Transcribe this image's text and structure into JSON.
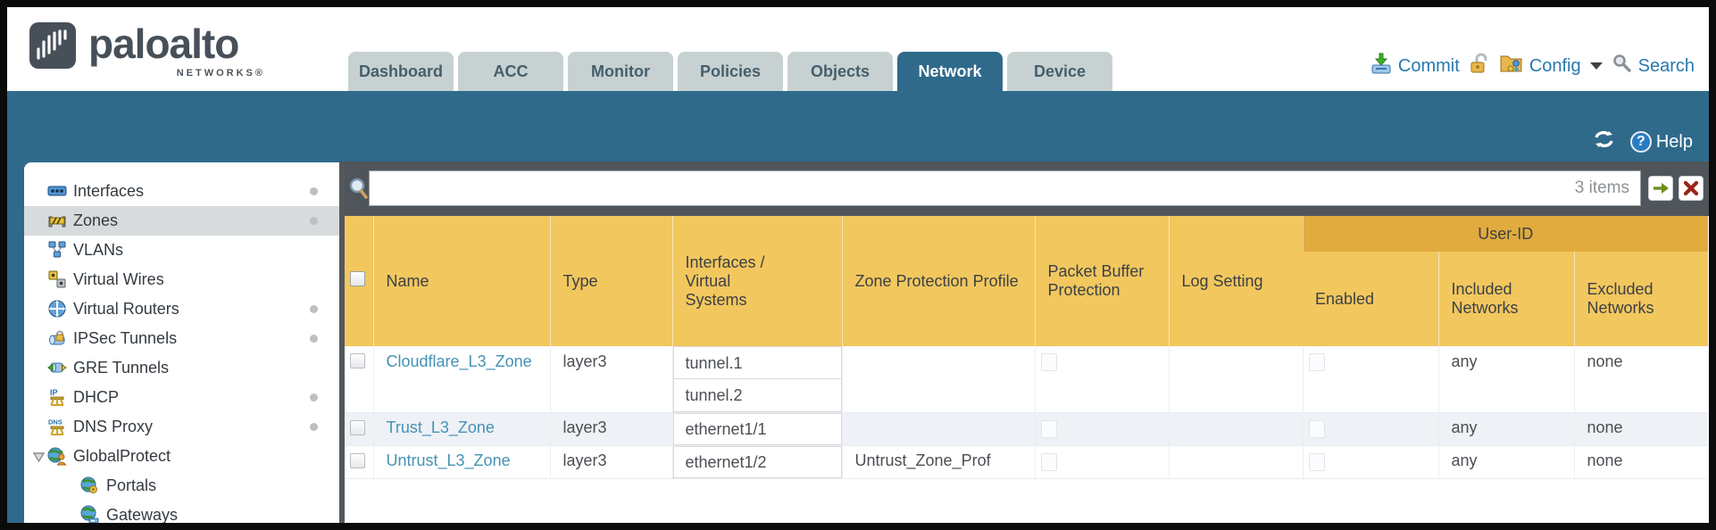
{
  "brand": {
    "name": "paloalto",
    "sub": "NETWORKS®"
  },
  "nav_tabs": [
    {
      "label": "Dashboard",
      "active": false
    },
    {
      "label": "ACC",
      "active": false
    },
    {
      "label": "Monitor",
      "active": false
    },
    {
      "label": "Policies",
      "active": false
    },
    {
      "label": "Objects",
      "active": false
    },
    {
      "label": "Network",
      "active": true
    },
    {
      "label": "Device",
      "active": false
    }
  ],
  "header_actions": {
    "commit": "Commit",
    "config": "Config",
    "search": "Search"
  },
  "band": {
    "help": "Help"
  },
  "sidebar": {
    "items": [
      {
        "label": "Interfaces",
        "icon": "interfaces-icon",
        "dot": true
      },
      {
        "label": "Zones",
        "icon": "zones-icon",
        "dot": true,
        "selected": true
      },
      {
        "label": "VLANs",
        "icon": "vlans-icon"
      },
      {
        "label": "Virtual Wires",
        "icon": "virtual-wires-icon"
      },
      {
        "label": "Virtual Routers",
        "icon": "virtual-routers-icon",
        "dot": true
      },
      {
        "label": "IPSec Tunnels",
        "icon": "ipsec-tunnels-icon",
        "dot": true
      },
      {
        "label": "GRE Tunnels",
        "icon": "gre-tunnels-icon"
      },
      {
        "label": "DHCP",
        "icon": "dhcp-icon",
        "dot": true
      },
      {
        "label": "DNS Proxy",
        "icon": "dns-proxy-icon",
        "dot": true
      },
      {
        "label": "GlobalProtect",
        "icon": "globalprotect-icon",
        "expander": true
      },
      {
        "label": "Portals",
        "icon": "portals-icon",
        "indent": true
      },
      {
        "label": "Gateways",
        "icon": "gateways-icon",
        "indent": true
      }
    ]
  },
  "filter": {
    "value": "",
    "count_label": "3 items"
  },
  "table": {
    "user_id_group_label": "User-ID",
    "columns": {
      "name": "Name",
      "type": "Type",
      "interfaces": "Interfaces /\nVirtual\nSystems",
      "zone_protection_profile": "Zone Protection Profile",
      "packet_buffer_protection": "Packet Buffer Protection",
      "log_setting": "Log Setting",
      "enabled": "Enabled",
      "included_networks": "Included Networks",
      "excluded_networks": "Excluded Networks"
    },
    "rows": [
      {
        "name": "Cloudflare_L3_Zone",
        "type": "layer3",
        "interfaces": [
          "tunnel.1",
          "tunnel.2"
        ],
        "zone_protection_profile": "",
        "log_setting": "",
        "included_networks": "any",
        "excluded_networks": "none"
      },
      {
        "name": "Trust_L3_Zone",
        "type": "layer3",
        "interfaces": [
          "ethernet1/1"
        ],
        "zone_protection_profile": "",
        "log_setting": "",
        "included_networks": "any",
        "excluded_networks": "none"
      },
      {
        "name": "Untrust_L3_Zone",
        "type": "layer3",
        "interfaces": [
          "ethernet1/2"
        ],
        "zone_protection_profile": "Untrust_Zone_Prof",
        "log_setting": "",
        "included_networks": "any",
        "excluded_networks": "none"
      }
    ]
  },
  "colors": {
    "teal": "#2f6a8b",
    "amber": "#f2c75e",
    "amber_dark": "#e1ab3e",
    "link_blue": "#4592b4",
    "action_blue": "#2679ae",
    "stripe": "#eef1f5",
    "filter_strip": "#4f555a"
  }
}
